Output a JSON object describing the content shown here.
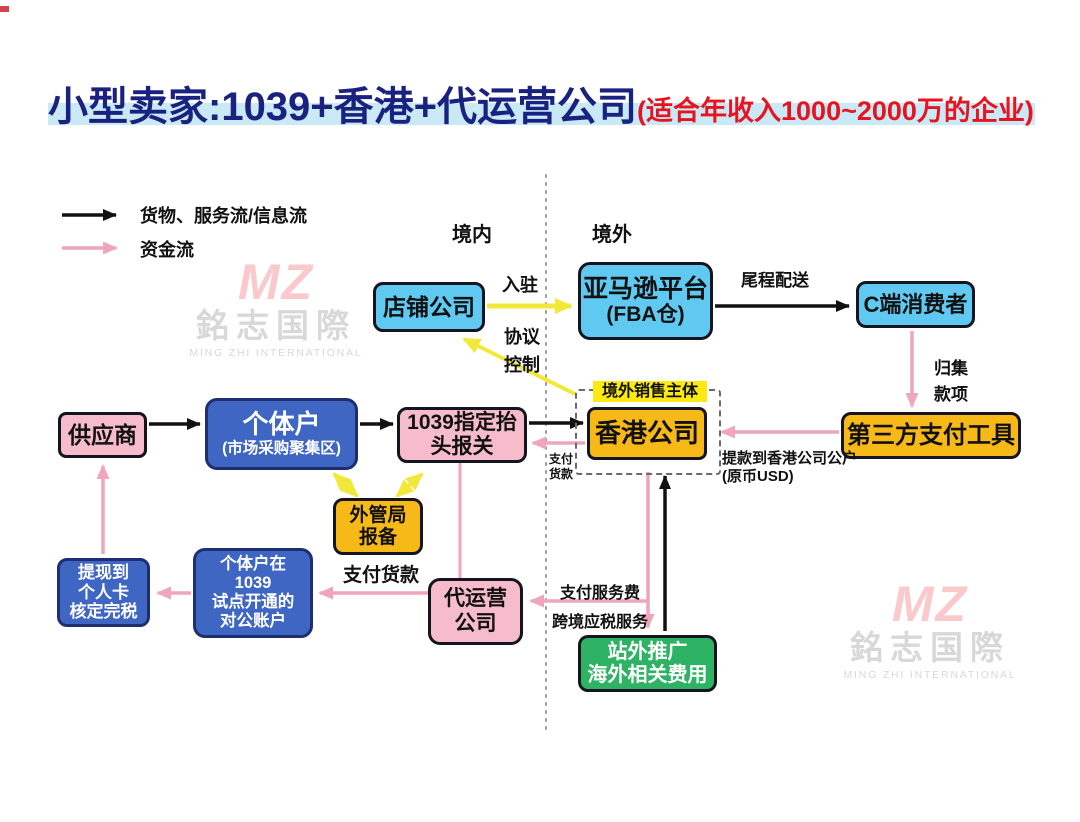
{
  "title": {
    "main": "小型卖家:1039+香港+代运营公司",
    "sub": "(适合年收入1000~2000万的企业)"
  },
  "legend": {
    "goods": "货物、服务流/信息流",
    "funds": "资金流"
  },
  "regions": {
    "domestic": "境内",
    "overseas": "境外"
  },
  "nodes": {
    "shop_company": {
      "label": "店铺公司"
    },
    "amazon": {
      "line1": "亚马逊平台",
      "line2": "(FBA仓)"
    },
    "consumer": {
      "label": "C端消费者"
    },
    "third_party_payment": {
      "label": "第三方支付工具"
    },
    "overseas_entity_tag": {
      "label": "境外销售主体"
    },
    "hk_company": {
      "label": "香港公司"
    },
    "supplier": {
      "label": "供应商"
    },
    "individual": {
      "line1": "个体户",
      "line2": "(市场采购聚集区)"
    },
    "customs_1039": {
      "line1": "1039指定抬",
      "line2": "头报关"
    },
    "safe_filing": {
      "line1": "外管局",
      "line2": "报备"
    },
    "withdraw_personal": {
      "line1": "提现到",
      "line2": "个人卡",
      "line3": "核定完税"
    },
    "corporate_account": {
      "line1": "个体户在",
      "line2": "1039",
      "line3": "试点开通的",
      "line4": "对公账户"
    },
    "agency": {
      "line1": "代运营",
      "line2": "公司"
    },
    "offsite_promo": {
      "line1": "站外推广",
      "line2": "海外相关费用"
    }
  },
  "edge_labels": {
    "join_platform": "入驻",
    "agreement1": "协议",
    "agreement2": "控制",
    "last_mile_delivery": "尾程配送",
    "collect1": "归集",
    "collect2": "款项",
    "withdraw_hk1": "提款到香港公司公户",
    "withdraw_hk2": "(原币USD)",
    "pay_goods_sm1": "支付",
    "pay_goods_sm2": "货款",
    "pay_service_fee": "支付服务费",
    "crossborder_service": "跨境应税服务",
    "pay_goods": "支付货款"
  },
  "watermark": {
    "logo": "MZ",
    "cn": "銘志国際",
    "en": "MING ZHI INTERNATIONAL"
  },
  "colors": {
    "title_blue": "#1a2280",
    "title_red": "#e8131f",
    "title_highlight": "#c9e9f7",
    "light_blue": "#5fc9f1",
    "royal_blue": "#3e66c2",
    "pink_box": "#f6bccb",
    "yellow_box": "#f7b917",
    "green_box": "#2eb365",
    "tag_yellow": "#fbe90f",
    "arrow_black": "#111111",
    "arrow_pink": "#efa5bb",
    "arrow_yellow": "#f2e83a"
  }
}
